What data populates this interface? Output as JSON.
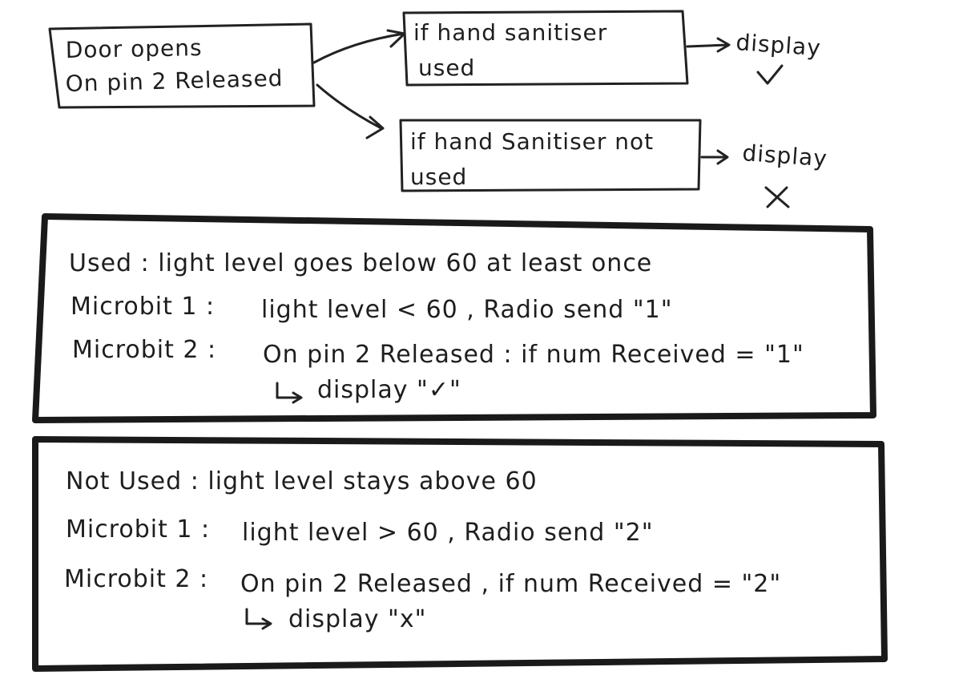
{
  "flow": {
    "trigger": {
      "line1": "Door opens",
      "line2": "On pin 2 Released"
    },
    "branch_used": {
      "line1": "if hand sanitiser",
      "line2": "used",
      "result_label": "display",
      "result_icon": "check-mark-icon"
    },
    "branch_not_used": {
      "line1": "if hand Sanitiser not",
      "line2": "used",
      "result_label": "display",
      "result_icon": "cross-mark-icon"
    }
  },
  "used_panel": {
    "line1": "Used : light level goes below 60 at least once",
    "mb1_label": "Microbit 1 :",
    "mb1_text": "light level < 60 , Radio send \"1\"",
    "mb2_label": "Microbit 2 :",
    "mb2_text": "On pin 2 Released : if num Received = \"1\"",
    "mb2_sub": "display \"✓\""
  },
  "not_used_panel": {
    "line1": "Not Used : light level stays above 60",
    "mb1_label": "Microbit 1 :",
    "mb1_text": "light level > 60 , Radio send \"2\"",
    "mb2_label": "Microbit 2 :",
    "mb2_text": "On pin 2 Released , if num Received = \"2\"",
    "mb2_sub": "display \"x\""
  }
}
